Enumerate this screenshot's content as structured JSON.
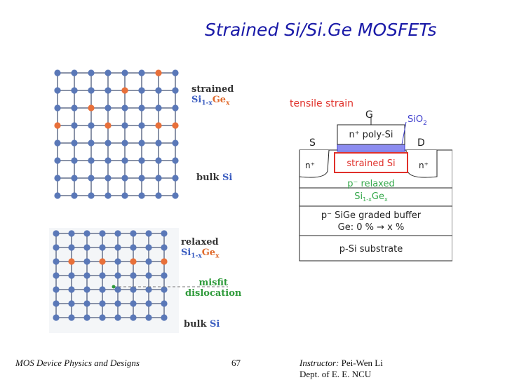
{
  "title": "Strained Si/Si.Ge MOSFETs",
  "lattice_top": {
    "strained_label": "strained",
    "strained_si": "Si",
    "strained_sub1": "1-x",
    "strained_ge": "Ge",
    "strained_subx": "x",
    "bulk_word": "bulk",
    "bulk_si": "Si"
  },
  "lattice_bottom": {
    "relaxed_label": "relaxed",
    "relaxed_si": "Si",
    "relaxed_sub1": "1-x",
    "relaxed_ge": "Ge",
    "relaxed_subx": "x",
    "misfit_line1": "misfit",
    "misfit_line2": "dislocation",
    "bulk_word": "bulk",
    "bulk_si": "Si"
  },
  "device": {
    "tensile_strain": "tensile strain",
    "gate": "G",
    "sio2": "SiO",
    "sio2_sub": "2",
    "source": "S",
    "drain": "D",
    "poly": "n⁺ poly-Si",
    "n_left": "n⁺",
    "n_right": "n⁺",
    "strained_si": "strained Si",
    "relaxed_line1": "p⁻ relaxed",
    "relaxed_line2": "Si",
    "relaxed_sub1": "1-x",
    "relaxed_ge": "Ge",
    "relaxed_subx": "x",
    "buffer_line1": "p⁻ SiGe graded buffer",
    "buffer_line2": "Ge: 0 % → x %",
    "substrate": "p-Si substrate"
  },
  "footer": {
    "left": "MOS Device Physics and Designs",
    "page": "67",
    "instructor_label": "Instructor:",
    "instructor_name": " Pei-Wen Li",
    "dept": "Dept. of E. E. NCU"
  },
  "colors": {
    "title": "#1a1aa8",
    "si_atom": "#5a78b8",
    "ge_atom": "#e8703a",
    "tensile": "#e0302a",
    "strained_box": "#e0302a",
    "gate_stack": "#3a3acc",
    "relaxed_text": "#34a84a"
  }
}
